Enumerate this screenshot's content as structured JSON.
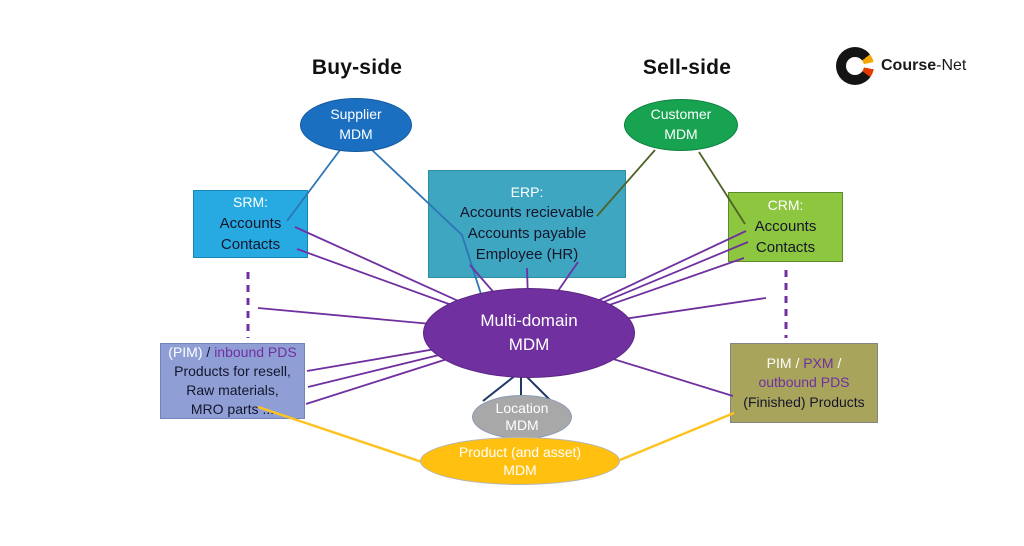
{
  "titles": {
    "buy_side": "Buy-side",
    "sell_side": "Sell-side"
  },
  "logo": {
    "name_bold": "Course",
    "name_light": "-Net"
  },
  "nodes": {
    "supplier_mdm": {
      "line1": "Supplier",
      "line2": "MDM"
    },
    "customer_mdm": {
      "line1": "Customer",
      "line2": "MDM"
    },
    "srm": {
      "title": "SRM:",
      "items": [
        "Accounts",
        "Contacts"
      ]
    },
    "erp": {
      "title": "ERP:",
      "items": [
        "Accounts recievable",
        "Accounts payable",
        "Employee  (HR)"
      ]
    },
    "crm": {
      "title": "CRM:",
      "items": [
        "Accounts",
        "Contacts"
      ]
    },
    "multi_domain_mdm": {
      "line1": "Multi-domain",
      "line2": "MDM"
    },
    "pim_inbound": {
      "acronym": "(PIM)",
      "separator": "/",
      "subtitle": "inbound PDS",
      "items": [
        "Products for resell,",
        "Raw materials,",
        "MRO parts ..."
      ]
    },
    "pim_outbound": {
      "acronym": "PIM",
      "sep1": "/",
      "pxm": "PXM",
      "sep2": "/",
      "subtitle": "outbound PDS",
      "item": "(Finished) Products"
    },
    "location_mdm": {
      "line1": "Location",
      "line2": "MDM"
    },
    "product_mdm": {
      "line1": "Product (and asset)",
      "line2": "MDM"
    }
  },
  "colors": {
    "supplier_fill": "#1b6fc1",
    "customer_fill": "#17a34f",
    "srm_fill": "#27aae1",
    "erp_fill": "#3ea6c0",
    "crm_fill": "#8dc63f",
    "mdm_fill": "#7030a0",
    "pim_inbound_fill": "#8f9fd6",
    "pim_outbound_fill": "#a8a45c",
    "location_fill": "#a8a8a8",
    "product_fill": "#ffc010",
    "line_purple": "#7030a0",
    "line_blue": "#2e75b6",
    "line_olive": "#4f6228",
    "line_navy": "#203864",
    "line_yellow": "#fdc320",
    "logo_black": "#141414",
    "logo_orange": "#f7a600",
    "logo_red": "#e23a00"
  }
}
